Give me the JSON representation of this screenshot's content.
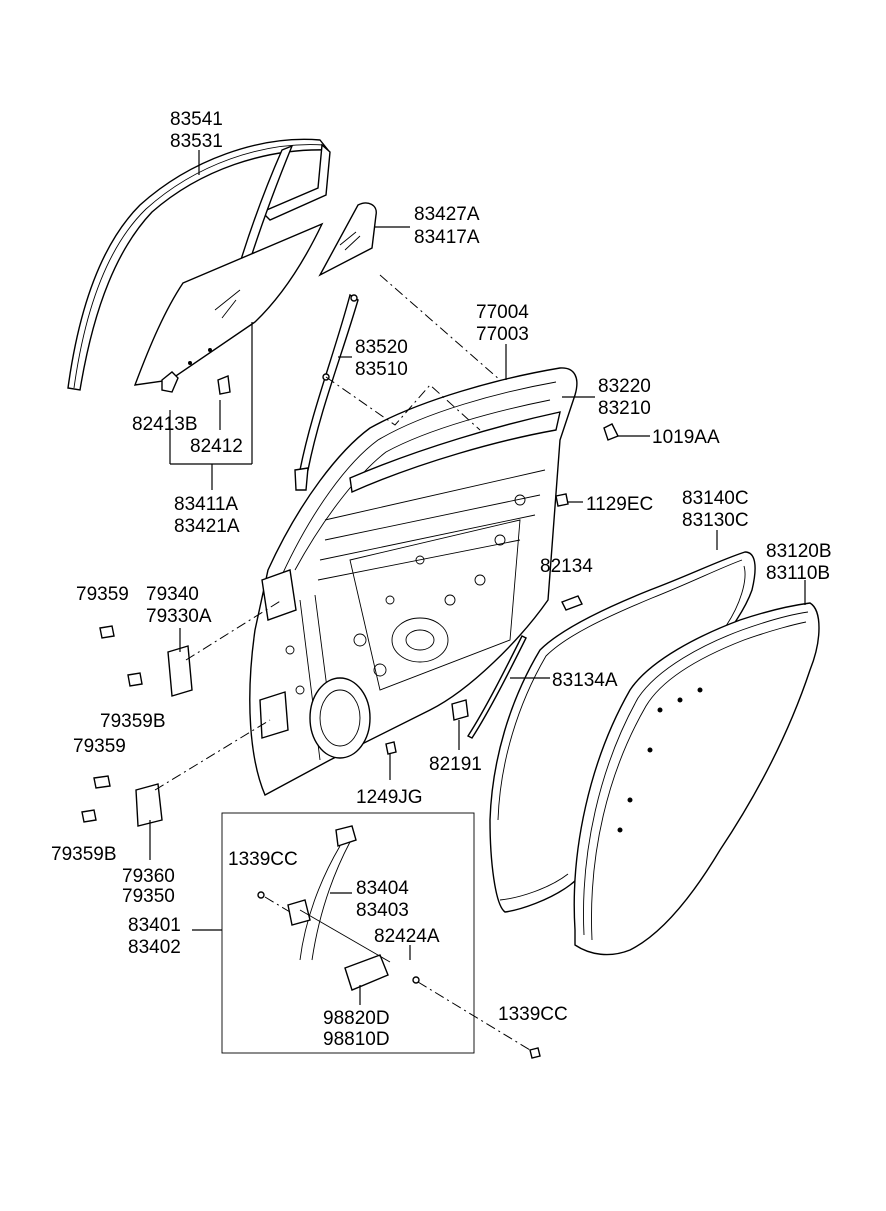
{
  "labels": {
    "l83541": "83541",
    "l83531": "83531",
    "l83427A": "83427A",
    "l83417A": "83417A",
    "l77004": "77004",
    "l77003": "77003",
    "l83520": "83520",
    "l83510": "83510",
    "l83220": "83220",
    "l83210": "83210",
    "l1019AA": "1019AA",
    "l82413B": "82413B",
    "l82412": "82412",
    "l83411A": "83411A",
    "l83421A": "83421A",
    "l1129EC": "1129EC",
    "l83140C": "83140C",
    "l83130C": "83130C",
    "l83120B": "83120B",
    "l83110B": "83110B",
    "l82134": "82134",
    "l79359a": "79359",
    "l79340": "79340",
    "l79330A": "79330A",
    "l83134A": "83134A",
    "l79359Ba": "79359B",
    "l82191": "82191",
    "l79359b": "79359",
    "l1249JG": "1249JG",
    "l79359Bb": "79359B",
    "l79360": "79360",
    "l79350": "79350",
    "l1339CCa": "1339CC",
    "l83404": "83404",
    "l83403": "83403",
    "l83401": "83401",
    "l83402": "83402",
    "l82424A": "82424A",
    "l98820D": "98820D",
    "l98810D": "98810D",
    "l1339CCb": "1339CC"
  }
}
